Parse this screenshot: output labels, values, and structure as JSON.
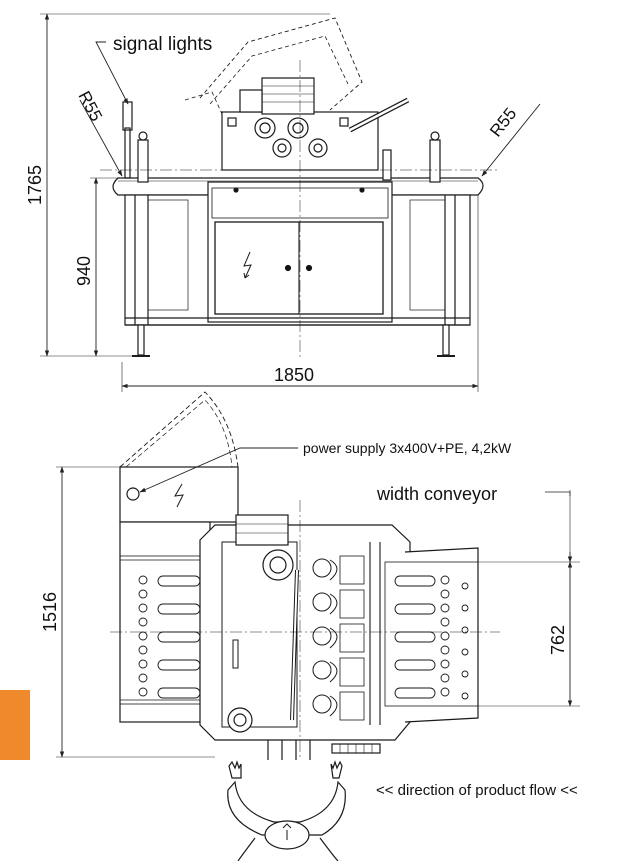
{
  "colors": {
    "line": "#1a1a1a",
    "dim": "#222222",
    "accent": "#ee8a2b",
    "background": "#ffffff"
  },
  "front_view": {
    "labels": {
      "signal_lights": "signal lights",
      "radius_left": "R55",
      "radius_right": "R55"
    },
    "dimensions": {
      "total_height": "1765",
      "table_height": "940",
      "total_width": "1850"
    }
  },
  "top_view": {
    "labels": {
      "power_supply": "power supply 3x400V+PE, 4,2kW",
      "width_conveyor": "width conveyor",
      "product_flow": "<< direction of product flow <<"
    },
    "dimensions": {
      "total_depth": "1516",
      "conveyor_width": "762"
    }
  },
  "icons": {
    "electrical_hazard": "lightning-bolt-icon",
    "operator": "operator-figure-icon"
  }
}
